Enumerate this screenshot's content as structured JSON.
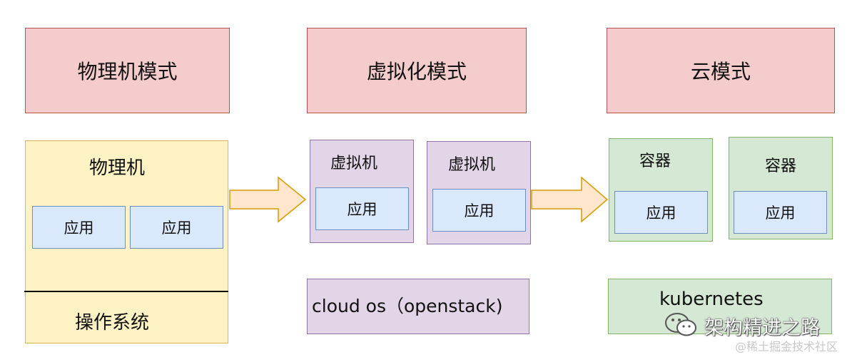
{
  "modes": {
    "physical": "物理机模式",
    "virtual": "虚拟化模式",
    "cloud": "云模式"
  },
  "physical": {
    "machine": "物理机",
    "app1": "应用",
    "app2": "应用",
    "os": "操作系统"
  },
  "virtual": {
    "vm1": "虚拟机",
    "vm1_app": "应用",
    "vm2": "虚拟机",
    "vm2_app": "应用",
    "platform": "cloud os（openstack)"
  },
  "cloud": {
    "c1": "容器",
    "c1_app": "应用",
    "c2": "容器",
    "c2_app": "应用",
    "platform": "kubernetes"
  },
  "watermark": {
    "wechat": "架构精进之路",
    "juejin": "@稀土掘金技术社区"
  },
  "icons": {
    "arrow": "right-arrow-icon",
    "wechat": "wechat-icon"
  },
  "colors": {
    "mode_fill": "#f4cccc",
    "mode_stroke": "#b85450",
    "physical_fill": "#fdf2c4",
    "physical_stroke": "#d6b656",
    "vm_fill": "#e1d5e7",
    "vm_stroke": "#9673a6",
    "app_fill": "#dae8fc",
    "app_stroke": "#6c8ebf",
    "container_fill": "#d5e8d4",
    "container_stroke": "#82b366",
    "arrow_fill": "#ffe6cc",
    "arrow_stroke": "#d79b00"
  }
}
